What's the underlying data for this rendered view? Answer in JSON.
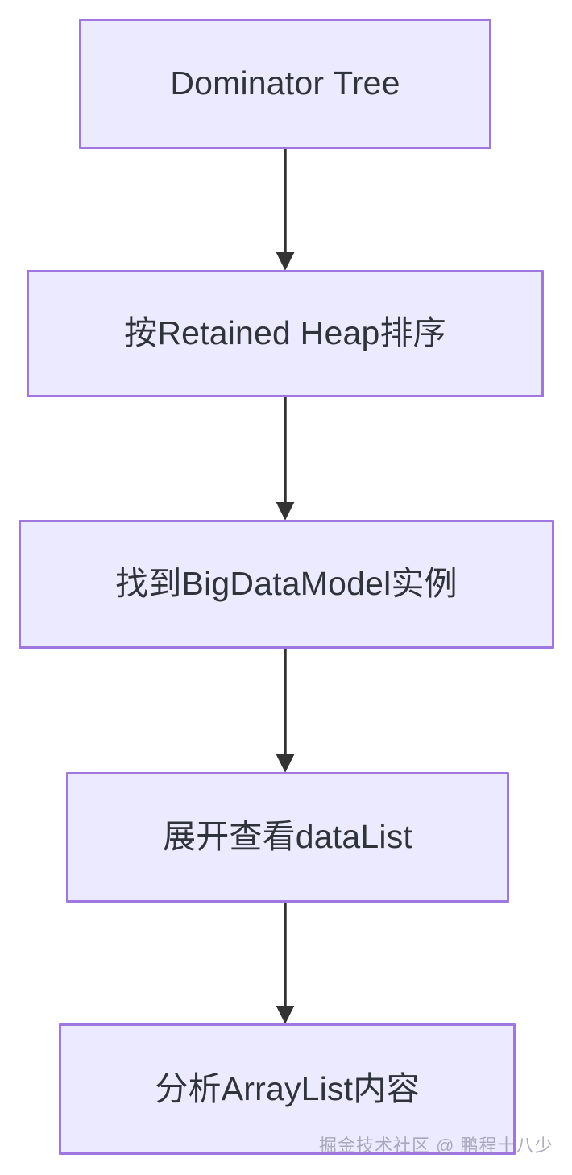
{
  "diagram": {
    "type": "flowchart",
    "direction": "top-to-bottom",
    "background_color": "#ffffff",
    "node_fill_color": "#ECEAFE",
    "node_border_color": "#A077E0",
    "node_text_color": "#2f333a",
    "edge_color": "#333333",
    "nodes": [
      {
        "id": "n0",
        "label": "Dominator Tree"
      },
      {
        "id": "n1",
        "label": "按Retained Heap排序"
      },
      {
        "id": "n2",
        "label": "找到BigDataModel实例"
      },
      {
        "id": "n3",
        "label": "展开查看dataList"
      },
      {
        "id": "n4",
        "label": "分析ArrayList内容"
      }
    ],
    "edges": [
      {
        "from": "n0",
        "to": "n1",
        "arrow": "arrow-down-icon"
      },
      {
        "from": "n1",
        "to": "n2",
        "arrow": "arrow-down-icon"
      },
      {
        "from": "n2",
        "to": "n3",
        "arrow": "arrow-down-icon"
      },
      {
        "from": "n3",
        "to": "n4",
        "arrow": "arrow-down-icon"
      }
    ]
  },
  "watermark": {
    "text": "掘金技术社区 @ 鹏程十八少"
  }
}
